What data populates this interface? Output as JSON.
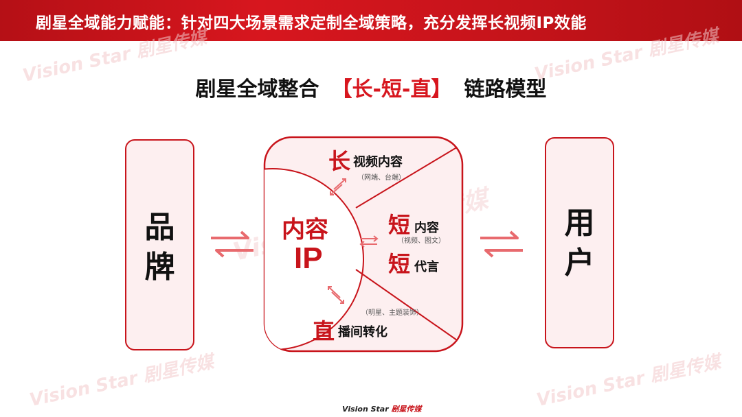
{
  "header": {
    "title": "剧星全域能力赋能：针对四大场景需求定制全域策略，充分发挥长视频IP效能"
  },
  "title": {
    "prefix": "剧星全域整合",
    "accent": "【长-短-直】",
    "suffix": "链路模型"
  },
  "left_box": {
    "line1": "品",
    "line2": "牌"
  },
  "right_box": {
    "line1": "用",
    "line2": "户"
  },
  "center": {
    "ip_line1": "内容",
    "ip_line2": "IP",
    "top_big": "长",
    "top_rest": "视频内容",
    "top_sub": "（网端、台端）",
    "mid1_big": "短",
    "mid1_rest": "内容",
    "mid1_sub": "（视频、图文）",
    "mid2_big": "短",
    "mid2_rest": "代言",
    "bottom_sub": "（明星、主题装饰）",
    "bottom_big": "直",
    "bottom_rest": "播间转化"
  },
  "watermark": {
    "text": "Vision Star 剧星传媒"
  },
  "footer": {
    "logo_brand": "Vision Star",
    "logo_cn": "剧星传媒"
  },
  "colors": {
    "brand_red": "#c8141b",
    "box_fill": "#fdeff0",
    "arrow": "#e86a6e"
  }
}
